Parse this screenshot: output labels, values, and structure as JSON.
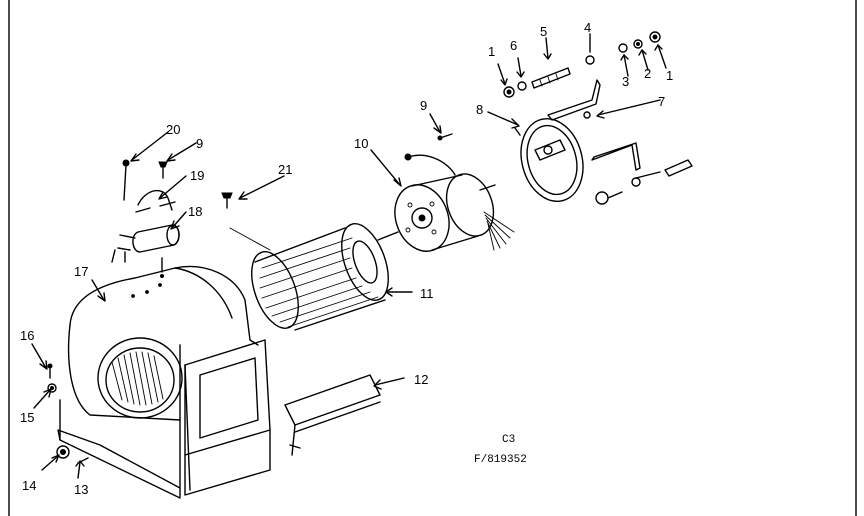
{
  "callouts": {
    "c1a": "1",
    "c1b": "1",
    "c2": "2",
    "c3": "3",
    "c4": "4",
    "c5": "5",
    "c6": "6",
    "c7": "7",
    "c8": "8",
    "c9a": "9",
    "c9b": "9",
    "c10": "10",
    "c11": "11",
    "c12": "12",
    "c13": "13",
    "c14": "14",
    "c15": "15",
    "c16": "16",
    "c17": "17",
    "c18": "18",
    "c19": "19",
    "c20": "20",
    "c21": "21"
  },
  "diagram_code": {
    "line1": "C3",
    "line2": "F/819352"
  }
}
